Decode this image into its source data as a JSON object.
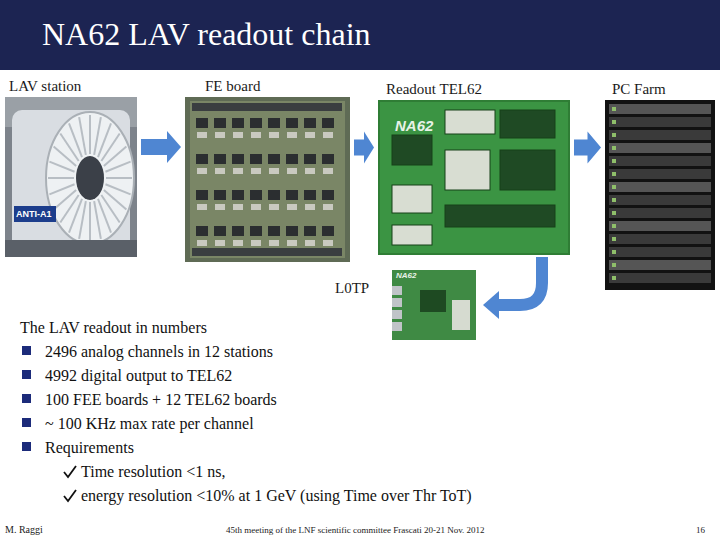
{
  "diagram": {
    "title": "NA62 LAV readout chain",
    "nodes": [
      {
        "text": [
          "LAV station"
        ]
      },
      {
        "text": [
          "FE board"
        ]
      },
      {
        "text": [
          "Readout TEL62"
        ]
      },
      {
        "text": [
          "PC Farm"
        ]
      },
      {
        "text": [
          "L0TP"
        ]
      }
    ],
    "edges": [
      {
        "from": 0,
        "to": 1,
        "arrow": "to"
      },
      {
        "from": 1,
        "to": 2,
        "arrow": "to"
      },
      {
        "from": 2,
        "to": 3,
        "arrow": "to"
      },
      {
        "from": 2,
        "to": 4,
        "arrow": "to"
      }
    ],
    "labels": [
      "ANTI-A1",
      "NA62",
      "NA62",
      "The LAV readout in numbers",
      "2496 analog channels in 12 stations",
      "4992 digital output to TEL62",
      "100 FEE boards + 12 TEL62 boards",
      "~ 100 KHz max rate per channel",
      "Requirements",
      "Time resolution <1 ns,",
      "energy resolution <10% at 1 GeV (using Time over Thr ToT)",
      "M. Raggi",
      "45th meeting of the LNF scientific committee Frascati 20-21 Nov. 2012",
      "16"
    ]
  }
}
